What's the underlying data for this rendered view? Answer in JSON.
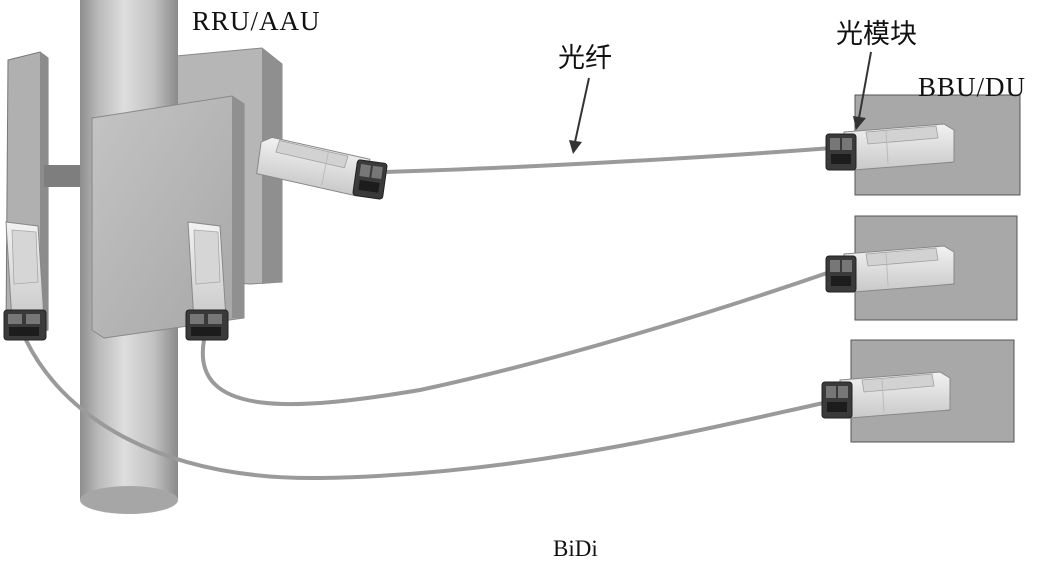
{
  "labels": {
    "rru_aau": "RRU/AAU",
    "bbu_du": "BBU/DU",
    "fiber": "光纤",
    "optical_module": "光模块",
    "caption": "BiDi"
  },
  "colors": {
    "pole_light": "#d4d4d4",
    "pole_dark": "#8e8e8e",
    "panel": "#b4b4b4",
    "bbu_box": "#a8a8a8",
    "cable": "#9a9a9a",
    "module_body": "#e6e6e6",
    "module_port": "#2b2b2b"
  }
}
